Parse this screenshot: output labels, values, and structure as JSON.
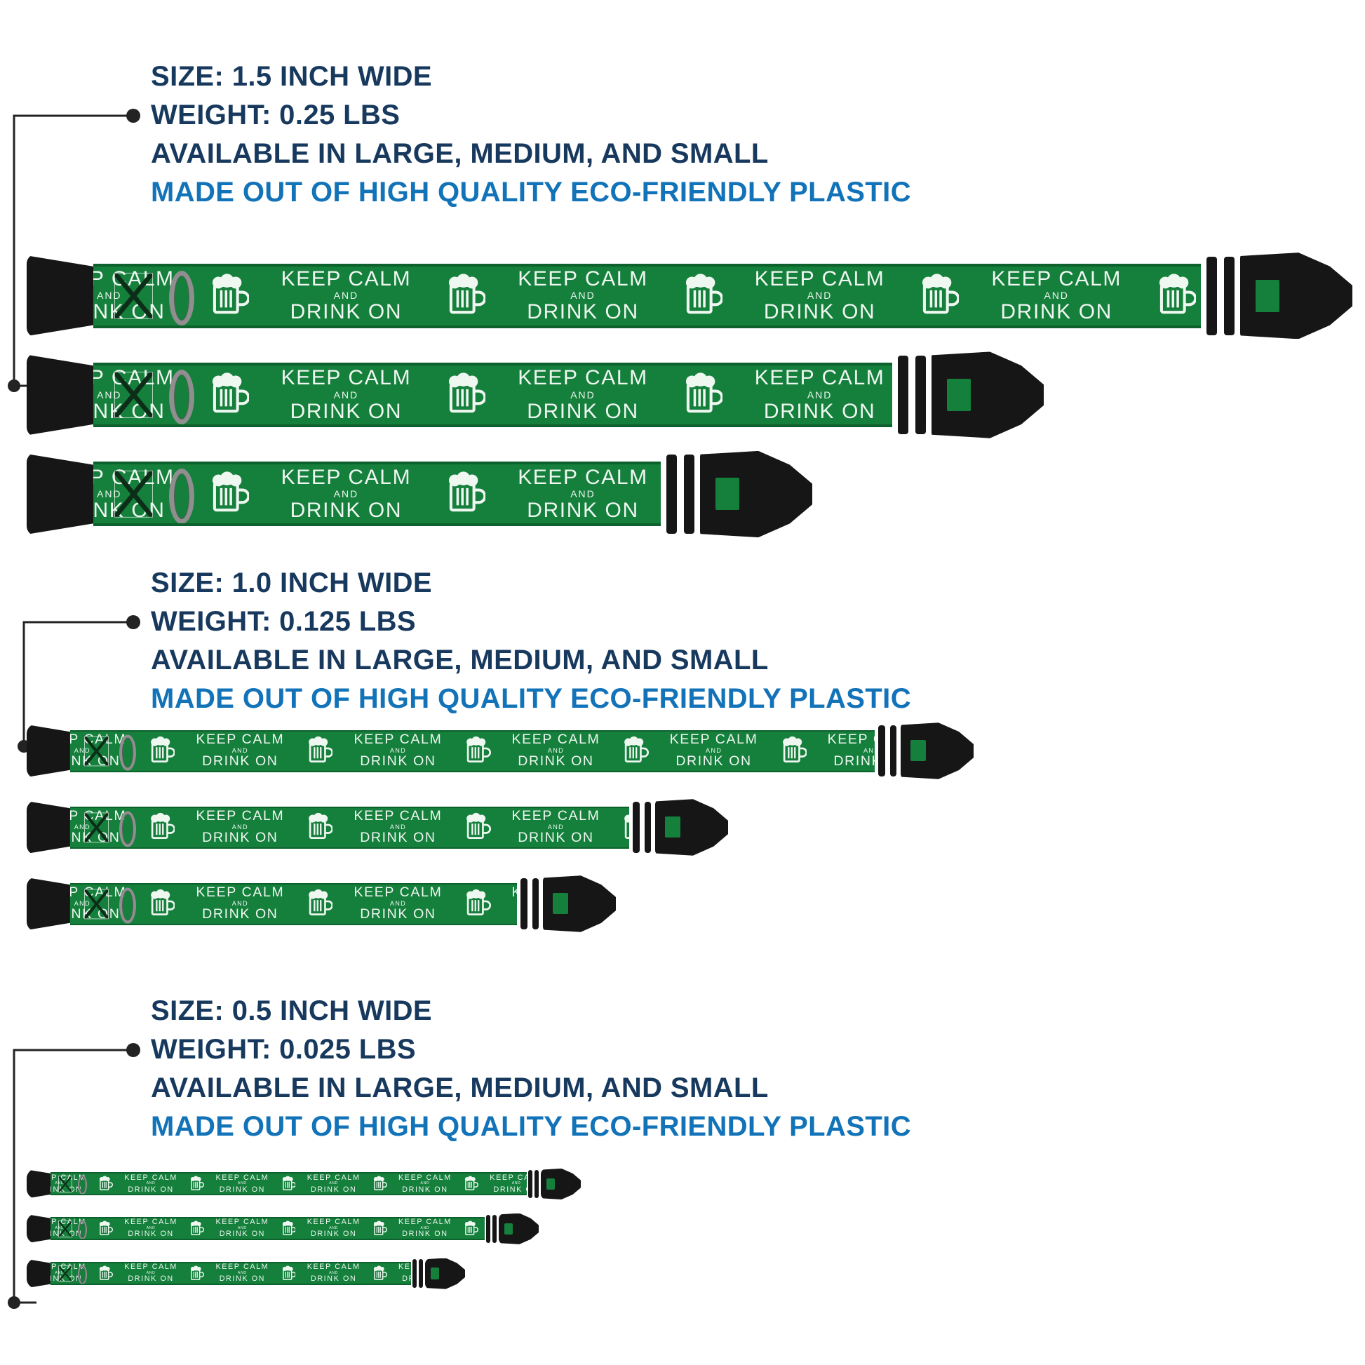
{
  "colors": {
    "heading_navy": "#18395e",
    "accent_blue": "#1273b8",
    "strap_green": "#157f3c",
    "strap_edge_green": "#0d612c",
    "buckle_black": "#161616",
    "ring_gray": "#8f8f8f",
    "collar_text_white": "#eef7f0",
    "callout_line": "#232323"
  },
  "collar_text": {
    "line1": "KEEP CALM",
    "line2": "AND",
    "line3": "DRINK ON"
  },
  "sections": [
    {
      "size_label": "SIZE: 1.5 INCH WIDE",
      "weight_label": "WEIGHT: 0.25 LBS",
      "availability_label": "AVAILABLE IN LARGE, MEDIUM, AND SMALL",
      "material_label": "MADE OUT OF HIGH QUALITY ECO-FRIENDLY PLASTIC",
      "collars": [
        {
          "variant": "large",
          "length": 1890,
          "height": 92
        },
        {
          "variant": "medium",
          "length": 1450,
          "height": 92
        },
        {
          "variant": "small",
          "length": 1120,
          "height": 92
        }
      ]
    },
    {
      "size_label": "SIZE: 1.0 INCH WIDE",
      "weight_label": "WEIGHT: 0.125 LBS",
      "availability_label": "AVAILABLE IN LARGE, MEDIUM, AND SMALL",
      "material_label": "MADE OUT OF HIGH QUALITY ECO-FRIENDLY PLASTIC",
      "collars": [
        {
          "variant": "large",
          "length": 1350,
          "height": 60
        },
        {
          "variant": "medium",
          "length": 1000,
          "height": 60
        },
        {
          "variant": "small",
          "length": 840,
          "height": 60
        }
      ]
    },
    {
      "size_label": "SIZE: 0.5 INCH WIDE",
      "weight_label": "WEIGHT: 0.025 LBS",
      "availability_label": "AVAILABLE IN LARGE, MEDIUM, AND SMALL",
      "material_label": "MADE OUT OF HIGH QUALITY ECO-FRIENDLY PLASTIC",
      "collars": [
        {
          "variant": "large",
          "length": 790,
          "height": 33
        },
        {
          "variant": "medium",
          "length": 730,
          "height": 33
        },
        {
          "variant": "small",
          "length": 625,
          "height": 33
        }
      ]
    }
  ]
}
